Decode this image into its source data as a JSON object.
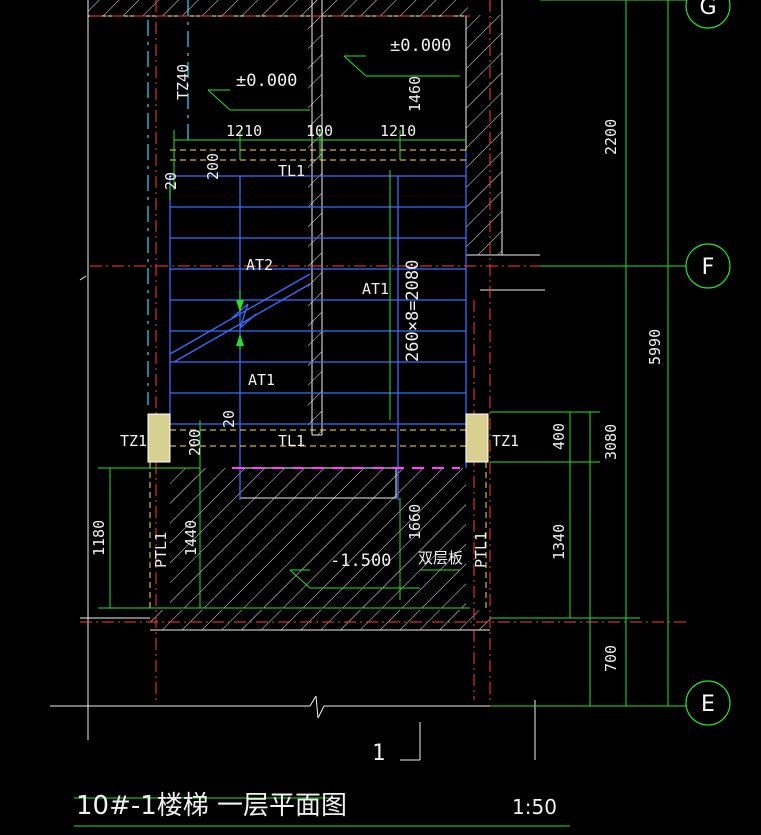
{
  "axes": {
    "g": "G",
    "f": "F",
    "e": "E"
  },
  "dims": {
    "d2200": "2200",
    "d5990": "5990",
    "d3080": "3080",
    "d700": "700",
    "d400": "400",
    "d1340": "1340",
    "d1180": "1180",
    "d1440": "1440",
    "d1660": "1660",
    "d1460": "1460",
    "d1210a": "1210",
    "d100": "100",
    "d1210b": "1210",
    "d200a": "200",
    "d200b": "200",
    "d20a": "20",
    "d20b": "20",
    "d2080": "260×8=2080"
  },
  "labels": {
    "tz240": "TZ40",
    "pm0a": "±0.000",
    "pm0b": "±0.000",
    "tl1a": "TL1",
    "tl1b": "TL1",
    "at2": "AT2",
    "at1a": "AT1",
    "at1b": "AT1",
    "tz1a": "TZ1",
    "tz1b": "TZ1",
    "ptl1a": "PTL1",
    "ptl1b": "PTL1",
    "m1500": "-1.500",
    "dbl": "双层板",
    "sec": "1"
  },
  "title": {
    "main": "10#-1楼梯 一层平面图",
    "scale": "1:50"
  }
}
